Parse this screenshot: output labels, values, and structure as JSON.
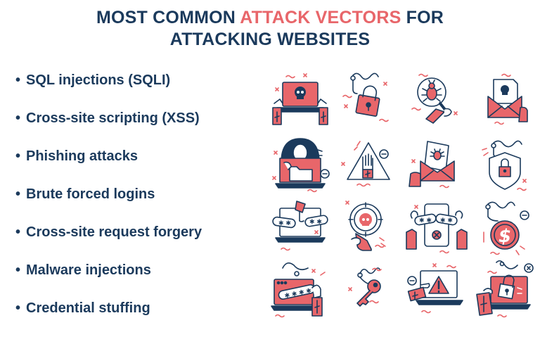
{
  "title": {
    "part1": "MOST COMMON ",
    "accent": "ATTACK VECTORS",
    "part2": " FOR",
    "line2": "ATTACKING WEBSITES"
  },
  "colors": {
    "navy": "#1B3A5C",
    "accent": "#E8666A",
    "background": "#FFFFFF"
  },
  "bullet": "•",
  "attack_vectors": [
    {
      "label": "SQL injections (SQLI)"
    },
    {
      "label": "Cross-site scripting (XSS)"
    },
    {
      "label": "Phishing attacks"
    },
    {
      "label": "Brute forced logins"
    },
    {
      "label": "Cross-site request forgery"
    },
    {
      "label": "Malware injections"
    },
    {
      "label": "Credential stuffing"
    }
  ],
  "icons": [
    [
      "laptop-skull-icon",
      "phishing-padlock-icon",
      "magnifier-bug-icon",
      "envelope-skull-icon"
    ],
    [
      "hacker-folder-icon",
      "warning-hand-icon",
      "envelope-bug-icon",
      "phishing-shield-lock-icon"
    ],
    [
      "laptop-password-icon",
      "target-skull-icon",
      "phone-password-icon",
      "phishing-dollar-coin-icon"
    ],
    [
      "laptop-phishing-password-icon",
      "phishing-key-icon",
      "laptop-warning-icon",
      "laptop-phishing-lock-icon"
    ]
  ]
}
